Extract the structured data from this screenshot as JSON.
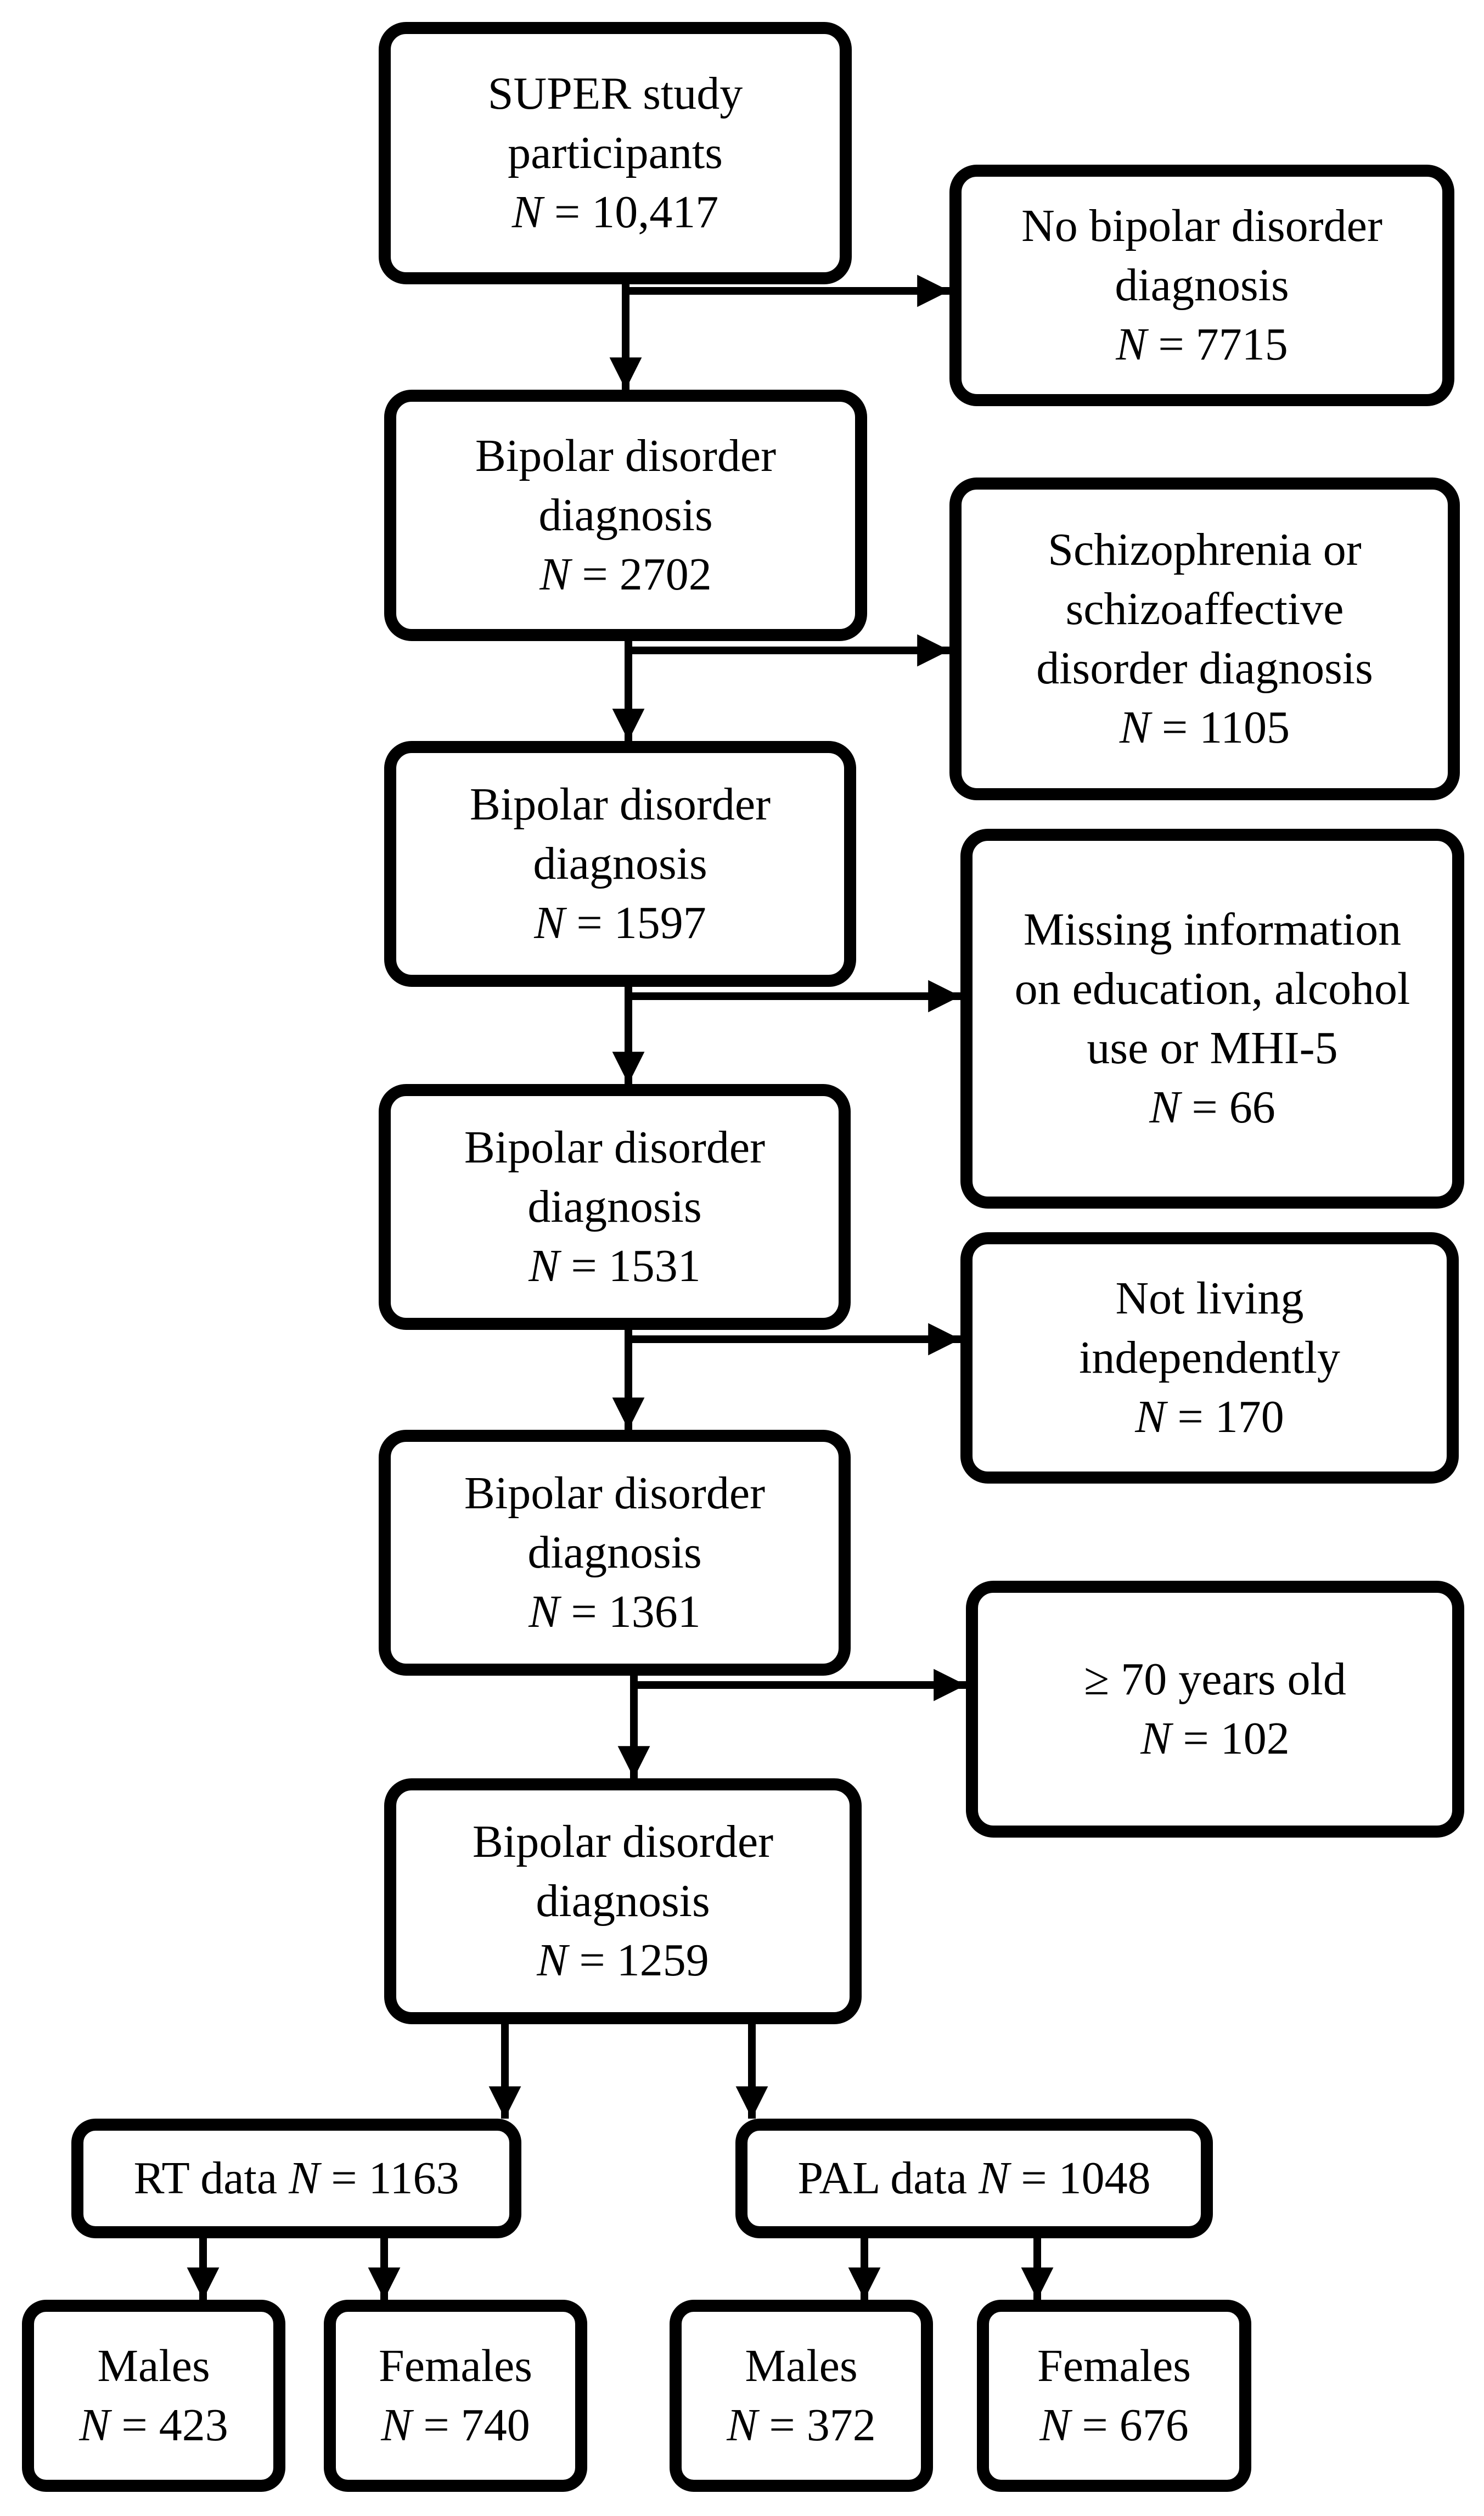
{
  "nodes": {
    "super": {
      "lines": [
        "SUPER study",
        "participants"
      ],
      "n_label": "N",
      "n_eq": " = 10,417"
    },
    "no_bipolar": {
      "lines": [
        "No bipolar disorder",
        "diagnosis"
      ],
      "n_label": "N",
      "n_eq": " = 7715"
    },
    "bd_2702": {
      "lines": [
        "Bipolar disorder",
        "diagnosis"
      ],
      "n_label": "N",
      "n_eq": " = 2702"
    },
    "schizo": {
      "lines": [
        "Schizophrenia or",
        "schizoaffective",
        "disorder diagnosis"
      ],
      "n_label": "N",
      "n_eq": " = 1105"
    },
    "bd_1597": {
      "lines": [
        "Bipolar disorder",
        "diagnosis"
      ],
      "n_label": "N",
      "n_eq": " = 1597"
    },
    "missing": {
      "lines": [
        "Missing information",
        "on education, alcohol",
        "use or MHI-5"
      ],
      "n_label": "N",
      "n_eq": " = 66"
    },
    "bd_1531": {
      "lines": [
        "Bipolar disorder",
        "diagnosis"
      ],
      "n_label": "N",
      "n_eq": " = 1531"
    },
    "not_living": {
      "lines": [
        "Not living",
        "independently"
      ],
      "n_label": "N",
      "n_eq": " = 170"
    },
    "bd_1361": {
      "lines": [
        "Bipolar disorder",
        "diagnosis"
      ],
      "n_label": "N",
      "n_eq": " = 1361"
    },
    "age70": {
      "lines": [
        "≥ 70 years old"
      ],
      "n_label": "N",
      "n_eq": " = 102"
    },
    "bd_1259": {
      "lines": [
        "Bipolar disorder",
        "diagnosis"
      ],
      "n_label": "N",
      "n_eq": " = 1259"
    },
    "rt": {
      "prefix": "RT data ",
      "n_label": "N",
      "n_eq": " = 1163"
    },
    "pal": {
      "prefix": "PAL data ",
      "n_label": "N",
      "n_eq": " = 1048"
    },
    "rt_males": {
      "lines": [
        "Males"
      ],
      "n_label": "N",
      "n_eq": " = 423"
    },
    "rt_females": {
      "lines": [
        "Females"
      ],
      "n_label": "N",
      "n_eq": " = 740"
    },
    "pal_males": {
      "lines": [
        "Males"
      ],
      "n_label": "N",
      "n_eq": " = 372"
    },
    "pal_females": {
      "lines": [
        "Females"
      ],
      "n_label": "N",
      "n_eq": " = 676"
    }
  },
  "colors": {
    "stroke": "#000000",
    "background": "#ffffff"
  }
}
